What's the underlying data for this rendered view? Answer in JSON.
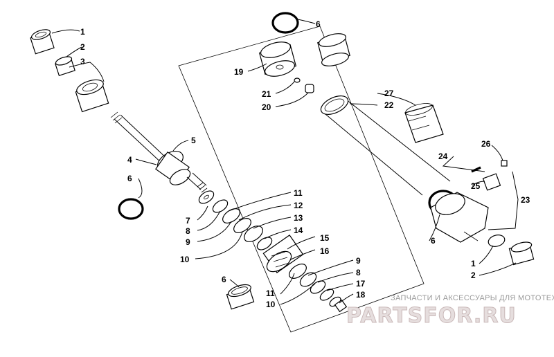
{
  "diagram": {
    "callouts": [
      {
        "id": "c1a",
        "text": "1"
      },
      {
        "id": "c2a",
        "text": "2"
      },
      {
        "id": "c3",
        "text": "3"
      },
      {
        "id": "c4",
        "text": "4"
      },
      {
        "id": "c5",
        "text": "5"
      },
      {
        "id": "c6a",
        "text": "6"
      },
      {
        "id": "c6b",
        "text": "6"
      },
      {
        "id": "c6c",
        "text": "6"
      },
      {
        "id": "c6d",
        "text": "6"
      },
      {
        "id": "c7",
        "text": "7"
      },
      {
        "id": "c8a",
        "text": "8"
      },
      {
        "id": "c8b",
        "text": "8"
      },
      {
        "id": "c9a",
        "text": "9"
      },
      {
        "id": "c9b",
        "text": "9"
      },
      {
        "id": "c10a",
        "text": "10"
      },
      {
        "id": "c10b",
        "text": "10"
      },
      {
        "id": "c11a",
        "text": "11"
      },
      {
        "id": "c11b",
        "text": "11"
      },
      {
        "id": "c12",
        "text": "12"
      },
      {
        "id": "c13",
        "text": "13"
      },
      {
        "id": "c14",
        "text": "14"
      },
      {
        "id": "c15",
        "text": "15"
      },
      {
        "id": "c16",
        "text": "16"
      },
      {
        "id": "c17",
        "text": "17"
      },
      {
        "id": "c18",
        "text": "18"
      },
      {
        "id": "c19",
        "text": "19"
      },
      {
        "id": "c20",
        "text": "20"
      },
      {
        "id": "c21",
        "text": "21"
      },
      {
        "id": "c22",
        "text": "22"
      },
      {
        "id": "c23",
        "text": "23"
      },
      {
        "id": "c24",
        "text": "24"
      },
      {
        "id": "c25",
        "text": "25"
      },
      {
        "id": "c26",
        "text": "26"
      },
      {
        "id": "c27",
        "text": "27"
      },
      {
        "id": "c1b",
        "text": "1"
      },
      {
        "id": "c2b",
        "text": "2"
      }
    ]
  },
  "watermark": {
    "caption": "ЗАПЧАСТИ И АКСЕССУАРЫ ДЛЯ МОТОТЕХНИКИ",
    "logo": "PARTSFOR.RU"
  }
}
